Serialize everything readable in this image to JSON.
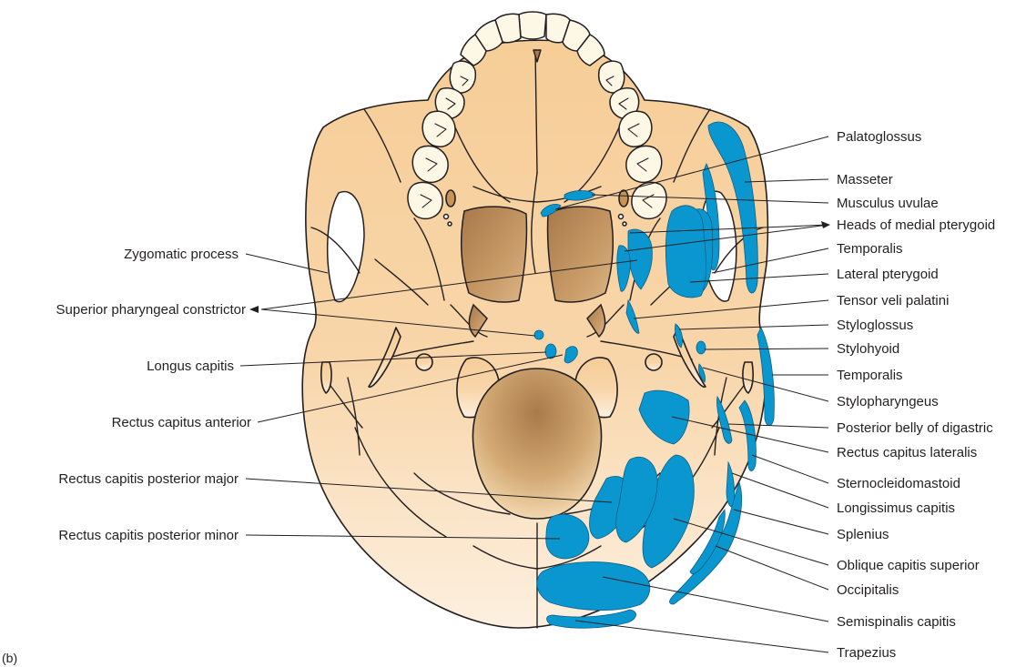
{
  "panel_label": "(b)",
  "labels_left": [
    "Zygomatic process",
    "Superior pharyngeal constrictor",
    "Longus capitis",
    "Rectus capitus anterior",
    "Rectus capitis posterior major",
    "Rectus capitis posterior minor"
  ],
  "labels_right": [
    "Palatoglossus",
    "Masseter",
    "Musculus uvulae",
    "Heads of medial pterygoid",
    "Temporalis",
    "Lateral pterygoid",
    "Tensor veli palatini",
    "Styloglossus",
    "Stylohyoid",
    "Temporalis",
    "Stylopharyngeus",
    "Posterior belly of digastric",
    "Rectus capitus lateralis",
    "Sternocleidomastoid",
    "Longissimus capitis",
    "Splenius",
    "Oblique capitis superior",
    "Occipitalis",
    "Semispinalis capitis",
    "Trapezius"
  ],
  "colors": {
    "muscle": "#0a97d0",
    "bone_top": "#f7cf9b",
    "bone_bottom": "#fdf0e0",
    "tooth": "#fdf8e6",
    "brown": "#b98a57",
    "outline": "#231f20"
  }
}
